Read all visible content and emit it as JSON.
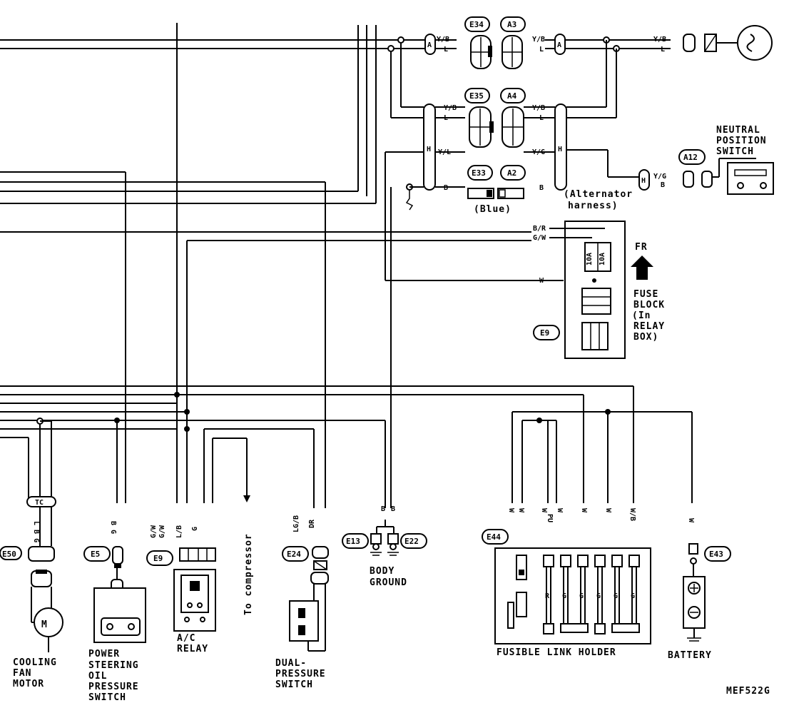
{
  "components": {
    "neutral_position_switch": "NEUTRAL POSITION SWITCH",
    "fuse_block": "FUSE BLOCK (In RELAY BOX)",
    "fr_arrow": "FR",
    "cooling_fan_motor": "COOLING FAN MOTOR",
    "power_steering_switch": "POWER STEERING OIL PRESSURE SWITCH",
    "ac_relay": "A/C RELAY",
    "dual_pressure_switch": "DUAL- PRESSURE SWITCH",
    "body_ground": "BODY GROUND",
    "fusible_link_holder": "FUSIBLE LINK HOLDER",
    "battery": "BATTERY",
    "to_compressor": "To compressor",
    "alternator_harness": "(Alternator harness)",
    "blue": "(Blue)",
    "figure_code": "MEF522G"
  },
  "connectors": {
    "e34": "E34",
    "a3": "A3",
    "e35": "E35",
    "a4": "A4",
    "e33": "E33",
    "a2": "A2",
    "a12": "A12",
    "e9_top": "E9",
    "e50": "E50",
    "e5": "E5",
    "e9_bottom": "E9",
    "e24": "E24",
    "e13": "E13",
    "e22": "E22",
    "e44": "E44",
    "e43": "E43",
    "tc": "TC"
  },
  "wire_colors": {
    "yb": "Y/B",
    "l": "L",
    "yl": "Y/L",
    "yg": "Y/G",
    "b": "B",
    "br": "B/R",
    "gw": "G/W",
    "w": "W",
    "lb": "L/B",
    "g": "G",
    "lgb": "LG/B",
    "dr": "DR",
    "pu": "PU",
    "r": "R",
    "wb": "W/B",
    "lbg": "L B G",
    "bg": "B G"
  },
  "fuse_labels": {
    "f10a_1": "10A",
    "f10a_2": "10A"
  }
}
